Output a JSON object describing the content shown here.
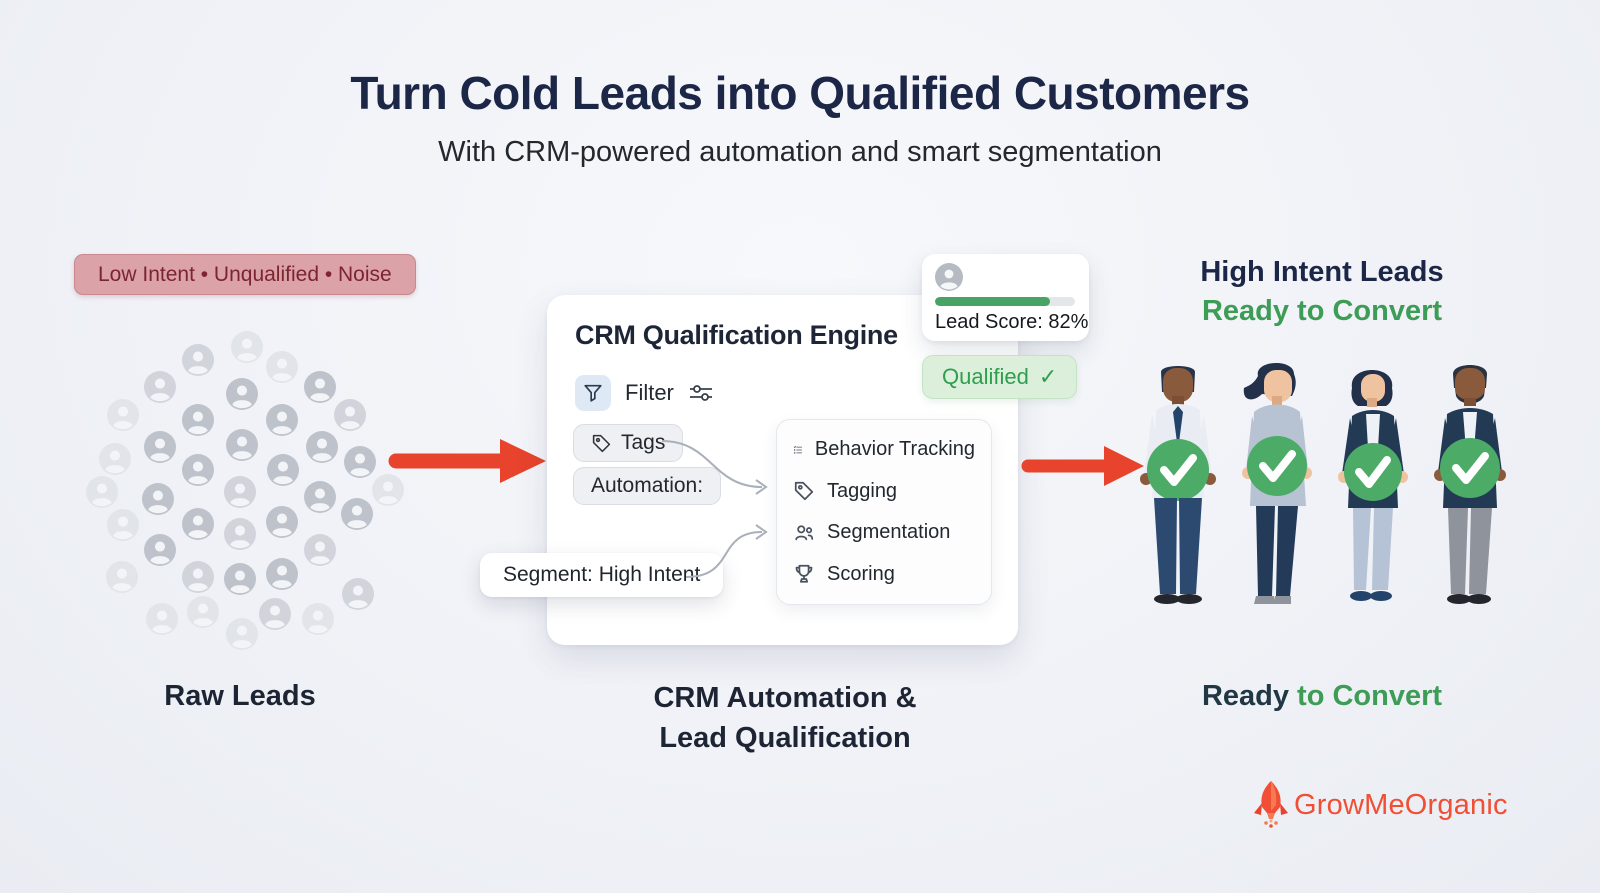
{
  "palette": {
    "navy": "#1c2747",
    "green": "#3d9c55",
    "green_fill": "#48a465",
    "arrow_red": "#e8432c",
    "badge_bg": "#dba2a7",
    "badge_text": "#7c2531",
    "logo_orange": "#f04f35"
  },
  "header": {
    "title": "Turn Cold Leads into Qualified Customers",
    "subtitle": "With CRM-powered automation and smart segmentation"
  },
  "raw_leads": {
    "noise_badge": "Low Intent • Unqualified • Noise",
    "label": "Raw Leads"
  },
  "engine": {
    "title": "CRM Qualification Engine",
    "filter_label": "Filter",
    "tags_label": "Tags",
    "automation_label": "Automation:",
    "segment_label": "Segment: High Intent",
    "features": [
      {
        "icon": "checklist-icon",
        "label": "Behavior Tracking"
      },
      {
        "icon": "tag-icon",
        "label": "Tagging"
      },
      {
        "icon": "people-group-icon",
        "label": "Segmentation"
      },
      {
        "icon": "trophy-icon",
        "label": "Scoring"
      }
    ],
    "lead_score": {
      "label": "Lead Score: 82%",
      "percent": 82
    },
    "qualified": {
      "text": "Qualified",
      "check": "✓"
    }
  },
  "converted": {
    "heading_line1": "High Intent Leads",
    "heading_line2": "Ready to Convert",
    "label_word1": "Ready",
    "label_rest": " to Convert"
  },
  "bottom_labels": {
    "middle_line1": "CRM Automation &",
    "middle_line2": "Lead Qualification"
  },
  "logo": {
    "text": "GrowMeOrganic"
  }
}
